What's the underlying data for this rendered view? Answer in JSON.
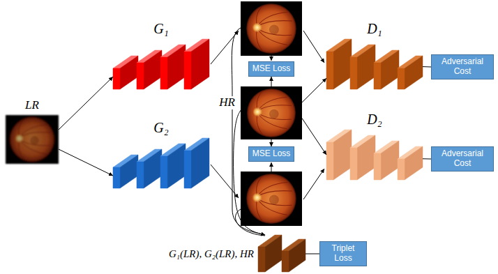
{
  "diagram": {
    "nodes": [
      {
        "text": [
          "LR"
        ]
      },
      {
        "text": [
          "G₁"
        ]
      },
      {
        "text": [
          "G₂"
        ]
      },
      {
        "text": [
          "MSE Loss"
        ]
      },
      {
        "text": [
          "HR"
        ]
      },
      {
        "text": [
          "MSE Loss"
        ]
      },
      {
        "text": [
          "D₁"
        ]
      },
      {
        "text": [
          "Adversarial Cost"
        ]
      },
      {
        "text": [
          "D₂"
        ]
      },
      {
        "text": [
          "Adversarial Cost"
        ]
      },
      {
        "text": [
          "G₁(LR), G₂(LR), HR"
        ]
      },
      {
        "text": [
          "Triplet Loss"
        ]
      }
    ],
    "edges": [
      {
        "from": 0,
        "to": 1,
        "arrow": "to"
      },
      {
        "from": 0,
        "to": 2,
        "arrow": "to"
      },
      {
        "from": 4,
        "to": 3,
        "arrow": "to"
      },
      {
        "from": 4,
        "to": 5,
        "arrow": "to"
      },
      {
        "from": 4,
        "to": 6,
        "arrow": "to"
      },
      {
        "from": 4,
        "to": 8,
        "arrow": "to"
      },
      {
        "from": 6,
        "to": 7,
        "arrow": "none"
      },
      {
        "from": 8,
        "to": 9,
        "arrow": "none"
      },
      {
        "from": 4,
        "to": 10,
        "arrow": "to"
      },
      {
        "from": 10,
        "to": 11,
        "arrow": "none"
      }
    ]
  }
}
